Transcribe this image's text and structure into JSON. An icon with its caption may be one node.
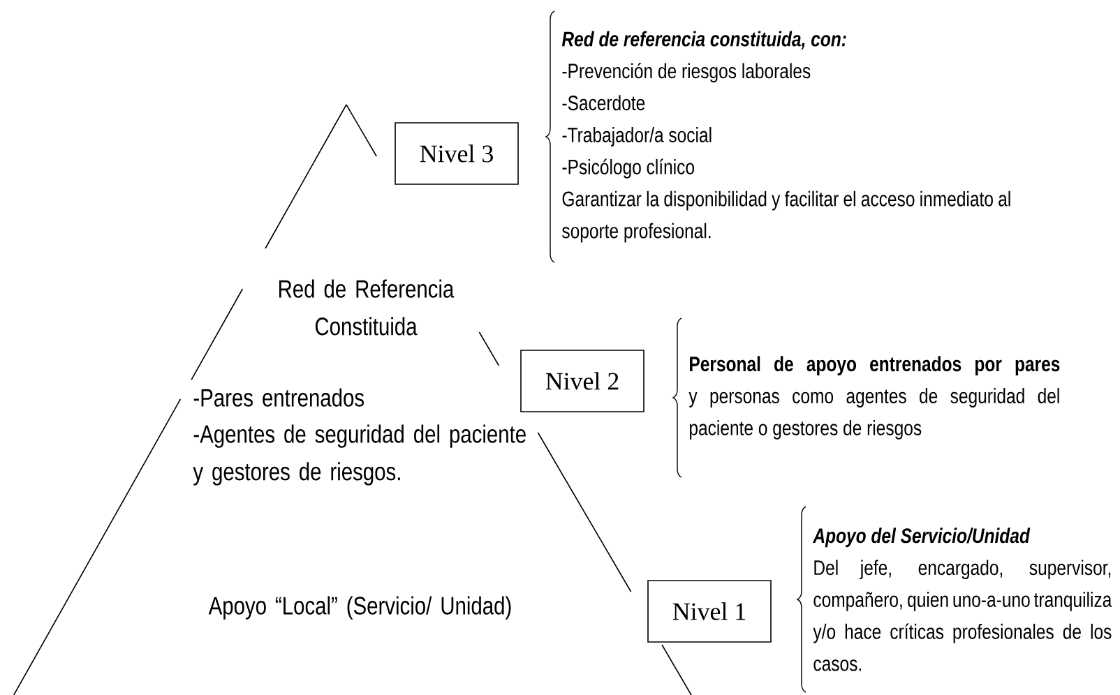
{
  "diagram": {
    "nodes": [
      {
        "text": [
          "Nivel 3"
        ],
        "beside": [
          "Red de referencia constituida, con:",
          "-Prevención de riesgos laborales",
          "-Sacerdote",
          "-Trabajador/a social",
          "-Psicólogo clínico",
          "Garantizar la disponibilidad y facilitar el acceso inmediato al soporte profesional."
        ]
      },
      {
        "text": [
          "Nivel 2"
        ],
        "beside": [
          "**Personal de apoyo entrenados por pares** y personas como agentes de seguridad del paciente o gestores de riesgos"
        ]
      },
      {
        "text": [
          "Nivel 1"
        ],
        "beside": [
          "Apoyo del Servicio/Unidad",
          "Del jefe, encargado, supervisor, compañero, quien uno-a-uno tranquiliza y/o hace críticas profesionales de los casos."
        ]
      }
    ],
    "labels": [
      "Red de Referencia Constituida",
      "-Pares entrenados",
      "-Agentes de seguridad del paciente y gestores de riesgos.",
      "Apoyo “Local” (Servicio/ Unidad)"
    ]
  }
}
